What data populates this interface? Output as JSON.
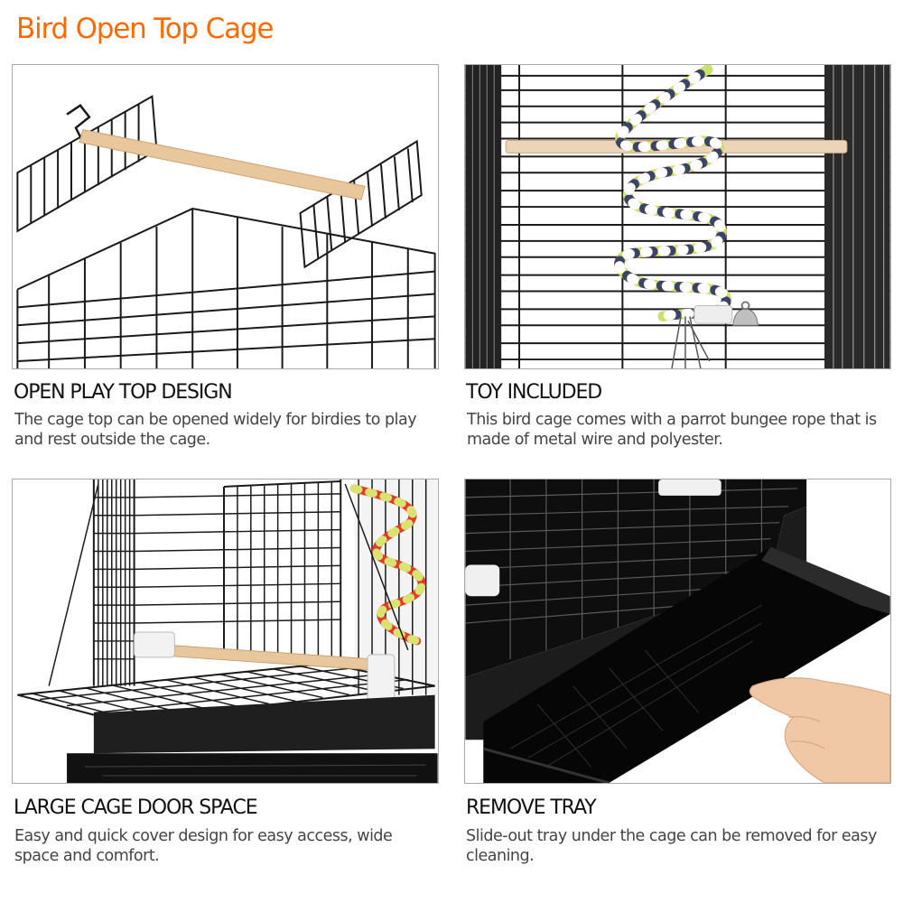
{
  "title": "Bird Open Top Cage",
  "colors": {
    "title": "#ff6a00",
    "heading": "#111111",
    "description": "#444444",
    "panel_border": "#a9a9a9",
    "cage_wire": "#1a1a1a",
    "perch_wood": "#e8c8a0",
    "tray": "#0d0d0d"
  },
  "features": [
    {
      "heading": "OPEN PLAY TOP DESIGN",
      "description": "The cage top can be opened widely for birdies to play and rest outside the cage.",
      "image": "open-top-cage-with-perch"
    },
    {
      "heading": "TOY INCLUDED",
      "description": "This bird cage comes with a parrot bungee rope that is made of metal wire and polyester.",
      "image": "rope-bungee-toy-and-bell"
    },
    {
      "heading": "LARGE CAGE DOOR SPACE",
      "description": "Easy and quick cover design for easy access, wide space and comfort.",
      "image": "open-front-door-with-feeders"
    },
    {
      "heading": "REMOVE TRAY",
      "description": "Slide-out tray under the cage can be removed for easy cleaning.",
      "image": "hand-pulling-slide-out-tray"
    }
  ]
}
